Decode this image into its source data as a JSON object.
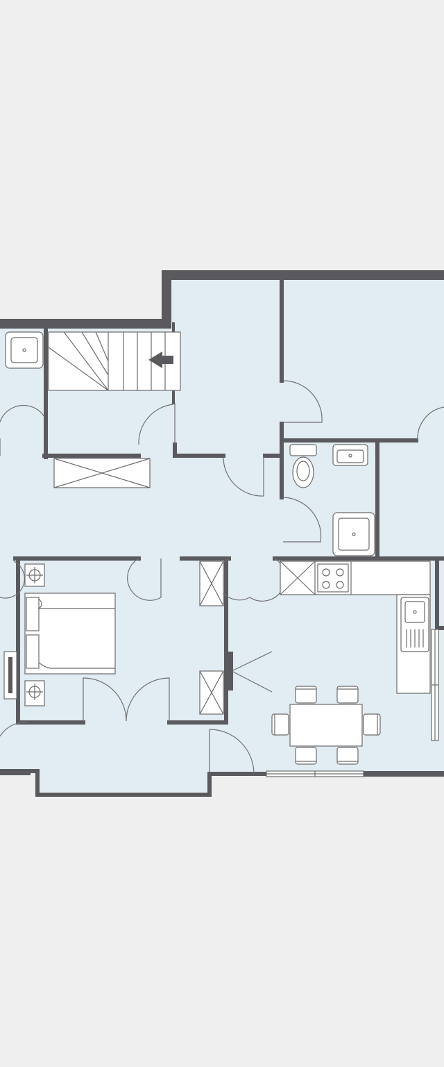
{
  "colors": {
    "background": "#efefef",
    "floor": "#e1ecf3",
    "wall": "#5a5a5e",
    "fixture_stroke": "#6b6b6b",
    "fixture_fill": "#ffffff",
    "door_stroke": "#707070"
  },
  "rooms": [
    {
      "id": "stair-hall",
      "type": "staircase-landing"
    },
    {
      "id": "upper-middle-room",
      "type": "room"
    },
    {
      "id": "upper-right-room",
      "type": "room"
    },
    {
      "id": "wc",
      "type": "toilet-room"
    },
    {
      "id": "corridor",
      "type": "hallway"
    },
    {
      "id": "bedroom",
      "type": "bedroom"
    },
    {
      "id": "kitchen-dining",
      "type": "kitchen-dining"
    },
    {
      "id": "bay-entrance",
      "type": "entrance"
    }
  ],
  "fixtures": [
    {
      "name": "washbasin-icon",
      "room": "stair-hall"
    },
    {
      "name": "staircase-icon",
      "room": "stair-hall"
    },
    {
      "name": "stair-arrow-icon",
      "room": "stair-hall"
    },
    {
      "name": "storage-cabinet-icon",
      "room": "corridor"
    },
    {
      "name": "toilet-icon",
      "room": "wc"
    },
    {
      "name": "sink-icon",
      "room": "wc"
    },
    {
      "name": "shower-tray-icon",
      "room": "wc"
    },
    {
      "name": "double-bed-icon",
      "room": "bedroom"
    },
    {
      "name": "bedside-lamp-icon",
      "room": "bedroom"
    },
    {
      "name": "wardrobe-icon",
      "room": "bedroom"
    },
    {
      "name": "tv-icon",
      "room": "bedroom"
    },
    {
      "name": "hob-icon",
      "room": "kitchen-dining"
    },
    {
      "name": "kitchen-sink-icon",
      "room": "kitchen-dining"
    },
    {
      "name": "dining-table-icon",
      "room": "kitchen-dining"
    },
    {
      "name": "dining-chair-icon",
      "room": "kitchen-dining"
    },
    {
      "name": "window-icon",
      "room": "kitchen-dining"
    }
  ]
}
